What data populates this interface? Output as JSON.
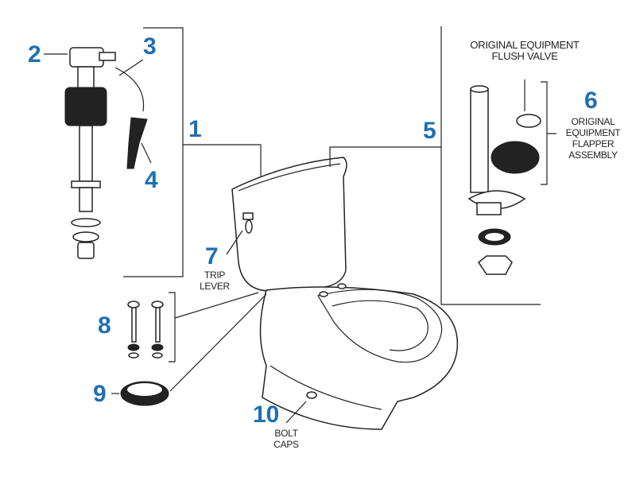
{
  "callouts": [
    {
      "number": "1"
    },
    {
      "number": "2"
    },
    {
      "number": "3"
    },
    {
      "number": "4"
    },
    {
      "number": "5"
    },
    {
      "number": "6",
      "label": [
        "ORIGINAL",
        "EQUIPMENT",
        "FLAPPER",
        "ASSEMBLY"
      ]
    },
    {
      "number": "7",
      "label": [
        "TRIP",
        "LEVER"
      ]
    },
    {
      "number": "8"
    },
    {
      "number": "9"
    },
    {
      "number": "10",
      "label": [
        "BOLT",
        "CAPS"
      ]
    }
  ],
  "flush_valve_title": [
    "ORIGINAL EQUIPMENT",
    "FLUSH VALVE"
  ],
  "colors": {
    "callout_number": "#1f6fb5",
    "line_art": "#222222"
  }
}
